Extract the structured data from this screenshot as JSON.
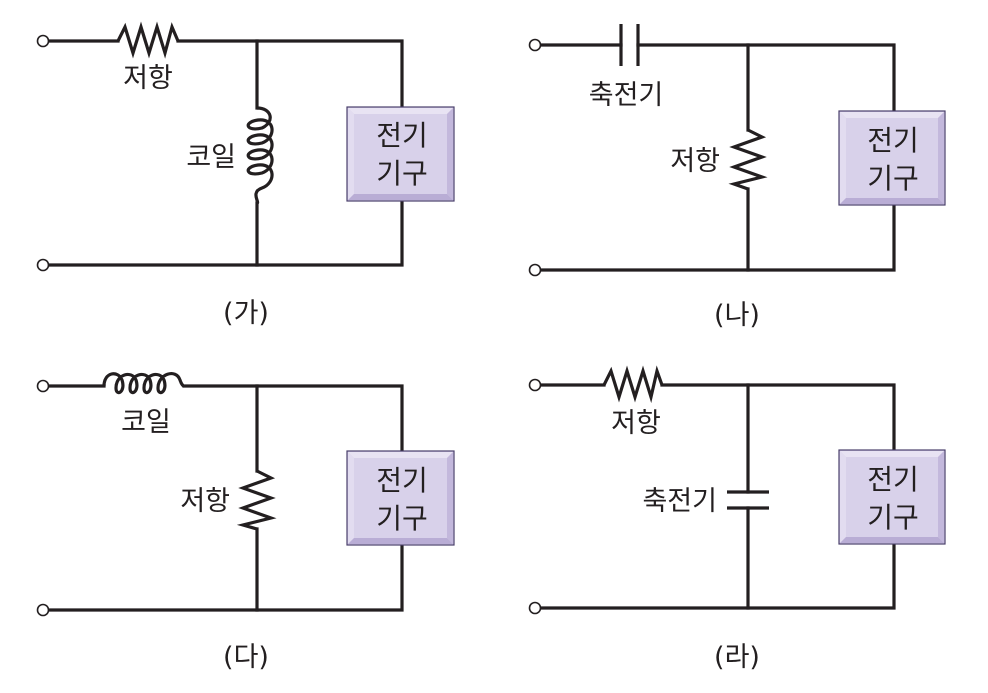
{
  "colors": {
    "wire": "#231f20",
    "box_face": "#d8d1ea",
    "box_bevel_light": "#e8e3f3",
    "box_bevel_dark": "#b9add5",
    "box_border": "#4a3f6b"
  },
  "circuits": [
    {
      "id": "ga",
      "caption": "(가)",
      "series_component": {
        "type": "resistor",
        "label": "저항"
      },
      "shunt_component": {
        "type": "inductor",
        "label": "코일"
      },
      "load": {
        "line1": "전기",
        "line2": "기구"
      }
    },
    {
      "id": "na",
      "caption": "(나)",
      "series_component": {
        "type": "capacitor",
        "label": "축전기"
      },
      "shunt_component": {
        "type": "resistor",
        "label": "저항"
      },
      "load": {
        "line1": "전기",
        "line2": "기구"
      }
    },
    {
      "id": "da",
      "caption": "(다)",
      "series_component": {
        "type": "inductor",
        "label": "코일"
      },
      "shunt_component": {
        "type": "resistor",
        "label": "저항"
      },
      "load": {
        "line1": "전기",
        "line2": "기구"
      }
    },
    {
      "id": "ra",
      "caption": "(라)",
      "series_component": {
        "type": "resistor",
        "label": "저항"
      },
      "shunt_component": {
        "type": "capacitor",
        "label": "축전기"
      },
      "load": {
        "line1": "전기",
        "line2": "기구"
      }
    }
  ]
}
